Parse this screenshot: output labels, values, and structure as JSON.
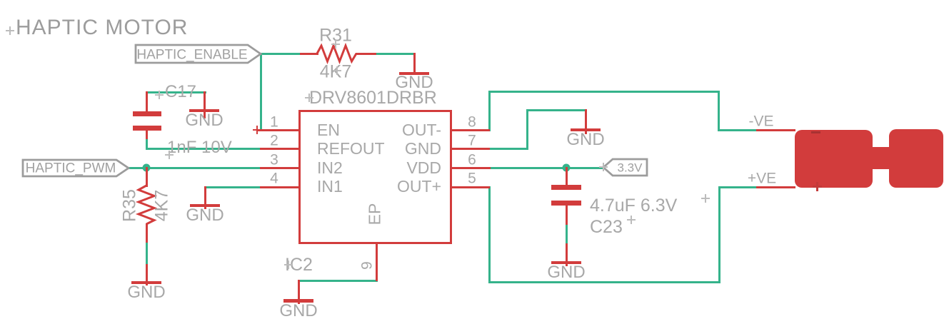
{
  "title": "HAPTIC MOTOR",
  "labels": {
    "gnd": "GND"
  },
  "flags": {
    "enable": "HAPTIC_ENABLE",
    "pwm": "HAPTIC_PWM",
    "v33": "3.3V"
  },
  "ic": {
    "part": "DRV8601DRBR",
    "ref": "IC2",
    "ep": "EP",
    "ep_pin_num": "9",
    "left_pins": [
      {
        "num": "1",
        "name": "EN"
      },
      {
        "num": "2",
        "name": "REFOUT"
      },
      {
        "num": "3",
        "name": "IN2"
      },
      {
        "num": "4",
        "name": "IN1"
      }
    ],
    "right_pins": [
      {
        "num": "8",
        "name": "OUT-"
      },
      {
        "num": "7",
        "name": "GND"
      },
      {
        "num": "6",
        "name": "VDD"
      },
      {
        "num": "5",
        "name": "OUT+"
      }
    ]
  },
  "r31": {
    "ref": "R31",
    "value": "4K7"
  },
  "r35": {
    "ref": "R35",
    "value": "4K7"
  },
  "c17": {
    "ref": "C17",
    "value": "1nF 10V"
  },
  "c23": {
    "ref": "C23",
    "value": "4.7uF 6.3V"
  },
  "motor": {
    "neg": "-VE",
    "pos": "+VE"
  },
  "colors": {
    "wire_green": "#35b38b",
    "component_red": "#d23c3c",
    "text_gray": "#a8a8a8",
    "flag_border_gray": "#9c9c9c"
  }
}
